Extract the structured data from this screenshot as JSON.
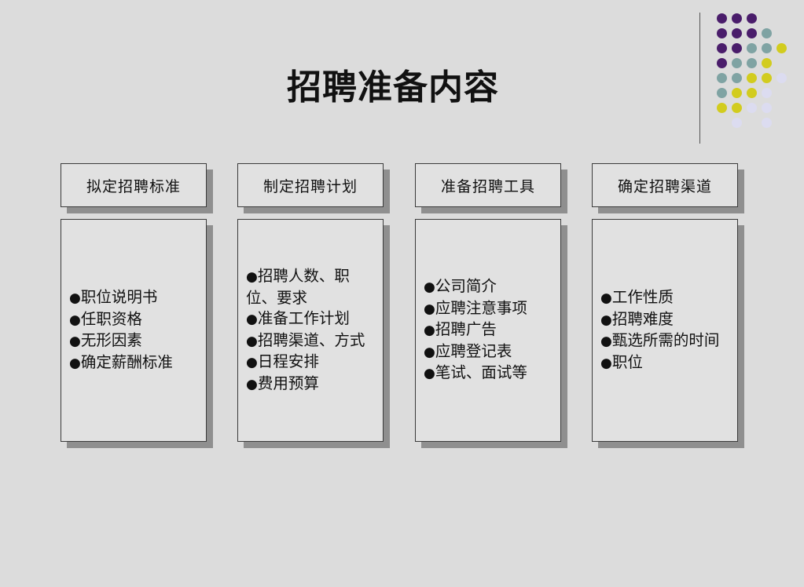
{
  "title": "招聘准备内容",
  "bullet_glyph": "●",
  "colors": {
    "background": "#dcdcdc",
    "box_fill": "#e1e1e1",
    "box_border": "#3a3a3a",
    "box_shadow": "#8f8f8f",
    "dot_purple": "#4a1d6b",
    "dot_teal": "#7fa3a3",
    "dot_yellow": "#d2cc1e",
    "dot_lavender": "#dcdcf0"
  },
  "columns": [
    {
      "header": "拟定招聘标准",
      "items": [
        "职位说明书",
        "任职资格",
        "无形因素",
        "确定薪酬标准"
      ]
    },
    {
      "header": "制定招聘计划",
      "items": [
        "招聘人数、职位、要求",
        "准备工作计划",
        "招聘渠道、方式",
        "日程安排",
        "费用预算"
      ]
    },
    {
      "header": "准备招聘工具",
      "items": [
        "公司简介",
        "应聘注意事项",
        "招聘广告",
        "应聘登记表",
        "笔试、面试等"
      ]
    },
    {
      "header": "确定招聘渠道",
      "items": [
        "工作性质",
        "招聘难度",
        "甄选所需的时间",
        "职位"
      ]
    }
  ]
}
